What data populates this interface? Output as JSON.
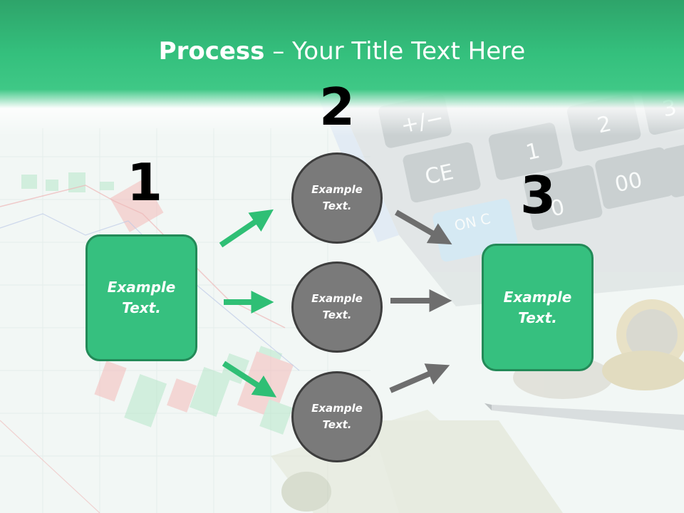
{
  "title": {
    "bold": "Process",
    "separator": " – ",
    "rest": "Your Title Text Here"
  },
  "steps": {
    "one": "1",
    "two": "2",
    "three": "3"
  },
  "left_box": {
    "line1": "Example",
    "line2": "Text."
  },
  "right_box": {
    "line1": "Example",
    "line2": "Text."
  },
  "circles": [
    {
      "line1": "Example",
      "line2": "Text."
    },
    {
      "line1": "Example",
      "line2": "Text."
    },
    {
      "line1": "Example",
      "line2": "Text."
    }
  ],
  "background": {
    "calculator_keys": [
      "+/−",
      "1",
      "2",
      "3",
      "CE",
      "00",
      "ON C",
      "0"
    ]
  },
  "colors": {
    "header": "#34c07d",
    "box_fill": "#36c07f",
    "box_border": "#238a58",
    "circle_fill": "#7a7a7a",
    "circle_border": "#3d3d3d",
    "green_arrow": "#2fbf75",
    "gray_arrow": "#6e6e6e"
  }
}
